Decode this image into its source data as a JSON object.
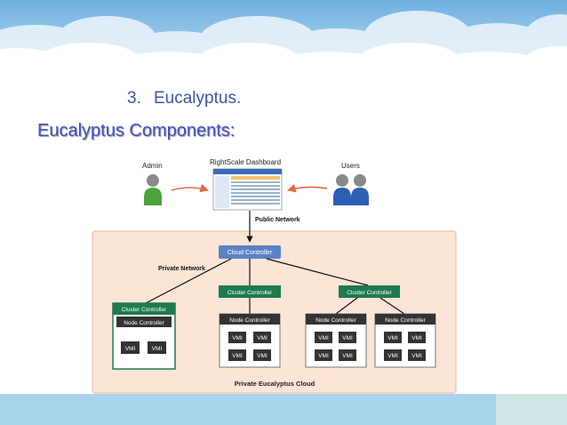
{
  "slide": {
    "section_number": "3.",
    "section_title": "Eucalyptus.",
    "subtitle": "Eucalyptus Components:"
  },
  "diagram": {
    "admin_label": "Admin",
    "dashboard_label": "RightScale Dashboard",
    "users_label": "Users",
    "public_network_label": "Public Network",
    "private_network_label": "Private Network",
    "cloud_controller_label": "Cloud Controller",
    "cluster_controller_label": "Cluster Controller",
    "node_controller_label": "Node Controller",
    "vmi_label": "VMI",
    "private_cloud_label": "Private Eucalyptus Cloud"
  },
  "colors": {
    "heading": "#3a55a7",
    "cloud_controller": "#5b83c4",
    "cluster_controller": "#1e7a4f",
    "node_controller": "#333333",
    "cloud_area": "#fce5d6",
    "arrow": "#e26a3e"
  }
}
